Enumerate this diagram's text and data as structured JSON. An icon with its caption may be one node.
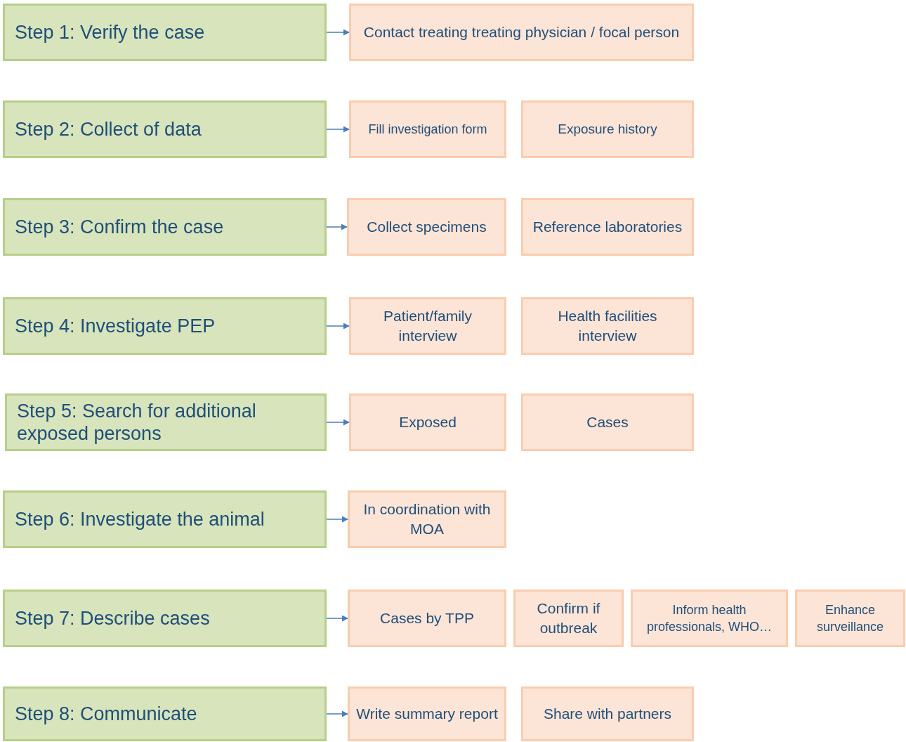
{
  "diagram": {
    "nodes": [
      {
        "text": [
          "Step 1: Verify the case"
        ]
      },
      {
        "text": [
          "Contact treating treating physician / focal person"
        ]
      },
      {
        "text": [
          "Step 2: Collect of data"
        ]
      },
      {
        "text": [
          "Fill investigation form"
        ]
      },
      {
        "text": [
          "Exposure history"
        ]
      },
      {
        "text": [
          "Step 3: Confirm the case"
        ]
      },
      {
        "text": [
          "Collect specimens"
        ]
      },
      {
        "text": [
          "Reference laboratories"
        ]
      },
      {
        "text": [
          "Step 4: Investigate PEP"
        ]
      },
      {
        "text": [
          "Patient/family interview"
        ]
      },
      {
        "text": [
          "Health facilities interview"
        ]
      },
      {
        "text": [
          "Step 5: Search for additional exposed persons"
        ]
      },
      {
        "text": [
          "Exposed"
        ]
      },
      {
        "text": [
          "Cases"
        ]
      },
      {
        "text": [
          "Step 6: Investigate the animal"
        ]
      },
      {
        "text": [
          "In coordination with MOA"
        ]
      },
      {
        "text": [
          "Step 7: Describe cases"
        ]
      },
      {
        "text": [
          "Cases by TPP"
        ]
      },
      {
        "text": [
          "Confirm if outbreak"
        ]
      },
      {
        "text": [
          "Inform health professionals, WHO…"
        ]
      },
      {
        "text": [
          "Enhance surveillance"
        ]
      },
      {
        "text": [
          "Step 8: Communicate"
        ]
      },
      {
        "text": [
          "Write summary report"
        ]
      },
      {
        "text": [
          "Share with partners"
        ]
      }
    ],
    "edges": [
      {
        "from": 0,
        "to": 1,
        "arrow": "to"
      },
      {
        "from": 2,
        "to": 3,
        "arrow": "to"
      },
      {
        "from": 5,
        "to": 6,
        "arrow": "to"
      },
      {
        "from": 8,
        "to": 9,
        "arrow": "to"
      },
      {
        "from": 11,
        "to": 12,
        "arrow": "to"
      },
      {
        "from": 14,
        "to": 15,
        "arrow": "to"
      },
      {
        "from": 16,
        "to": 17,
        "arrow": "to"
      },
      {
        "from": 21,
        "to": 22,
        "arrow": "to"
      }
    ]
  }
}
